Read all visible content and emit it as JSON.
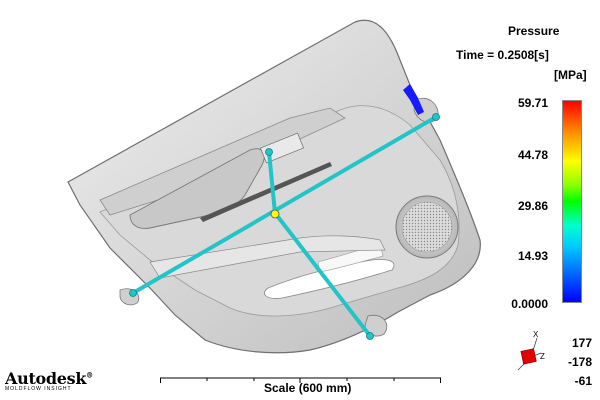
{
  "legend": {
    "title": "Pressure",
    "time": "Time = 0.2508[s]",
    "unit": "[MPa]",
    "ticks": [
      "59.71",
      "44.78",
      "29.86",
      "14.93",
      "0.0000"
    ]
  },
  "orientation": {
    "values": [
      "177",
      "-178",
      "-61"
    ],
    "axis_x": "X",
    "axis_z": "Z"
  },
  "scale": {
    "label": "Scale (600 mm)"
  },
  "brand": {
    "name": "Autodesk",
    "mark": "®",
    "product": "MOLDFLOW INSIGHT"
  },
  "colors": {
    "part": "#d2d2d2",
    "runner": "#22c4c8",
    "gate": "#ffff00",
    "high_pressure": "#1a1aff"
  }
}
